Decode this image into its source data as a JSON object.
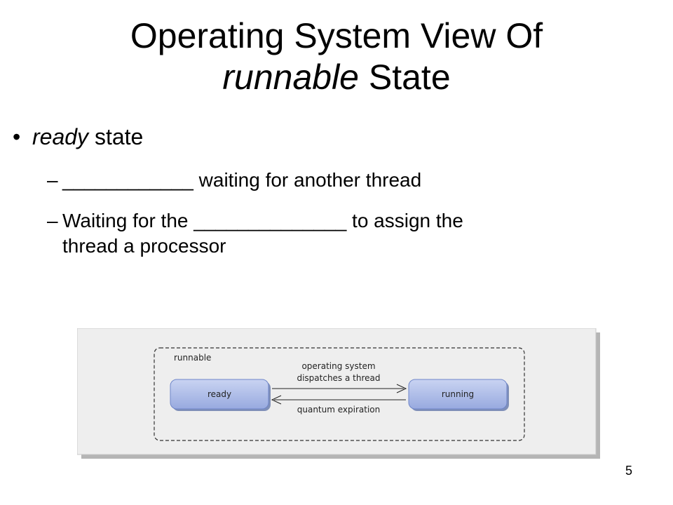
{
  "title": {
    "line1": "Operating System View Of",
    "line2_italic": "runnable",
    "line2_rest": " State"
  },
  "bullet": {
    "symbol": "•",
    "italic": "ready",
    "rest": " state"
  },
  "subitems": [
    {
      "dash": "–",
      "text": "____________ waiting for another thread"
    },
    {
      "dash": "–",
      "text": "Waiting for the ______________ to assign the",
      "continuation": "thread a processor"
    }
  ],
  "diagram": {
    "container_label": "runnable",
    "states": {
      "ready": "ready",
      "running": "running"
    },
    "transitions": {
      "dispatch_line1": "operating system",
      "dispatch_line2": "dispatches a thread",
      "expiration": "quantum expiration"
    },
    "colors": {
      "panel": "#eeeeee",
      "panel_shadow": "#b5b5b5",
      "state_fill": "#a9b9e6",
      "state_stroke": "#6f86c9"
    }
  },
  "page_number": "5"
}
